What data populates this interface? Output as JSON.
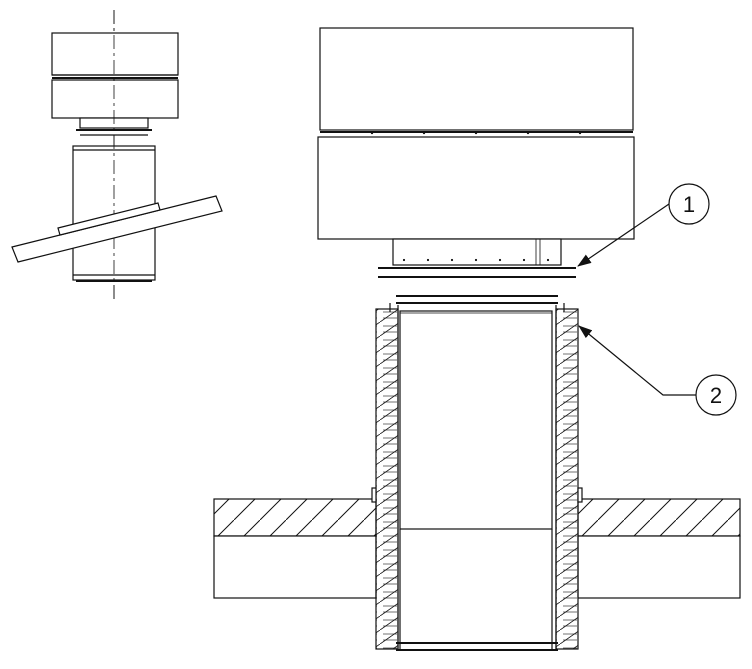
{
  "callouts": [
    {
      "id": "1",
      "label": "1"
    },
    {
      "id": "2",
      "label": "2"
    }
  ]
}
